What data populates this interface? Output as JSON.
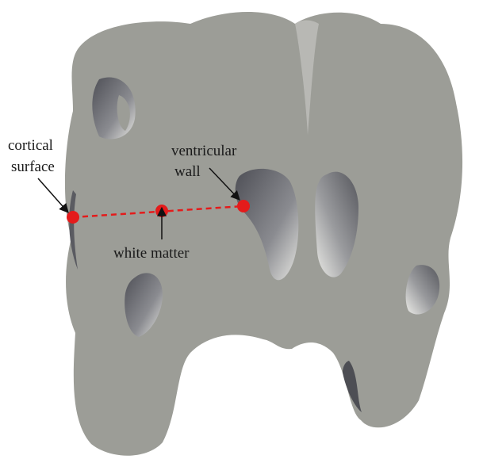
{
  "labels": {
    "cortical_line1": "cortical",
    "cortical_line2": "surface",
    "ventricular_line1": "ventricular",
    "ventricular_line2": "wall",
    "white_matter": "white matter"
  },
  "colors": {
    "brain": "#9c9d97",
    "shade": "#5c5d63",
    "highlight": "#e4e4e0",
    "marker": "#e41b1b",
    "arrow": "#111111"
  }
}
